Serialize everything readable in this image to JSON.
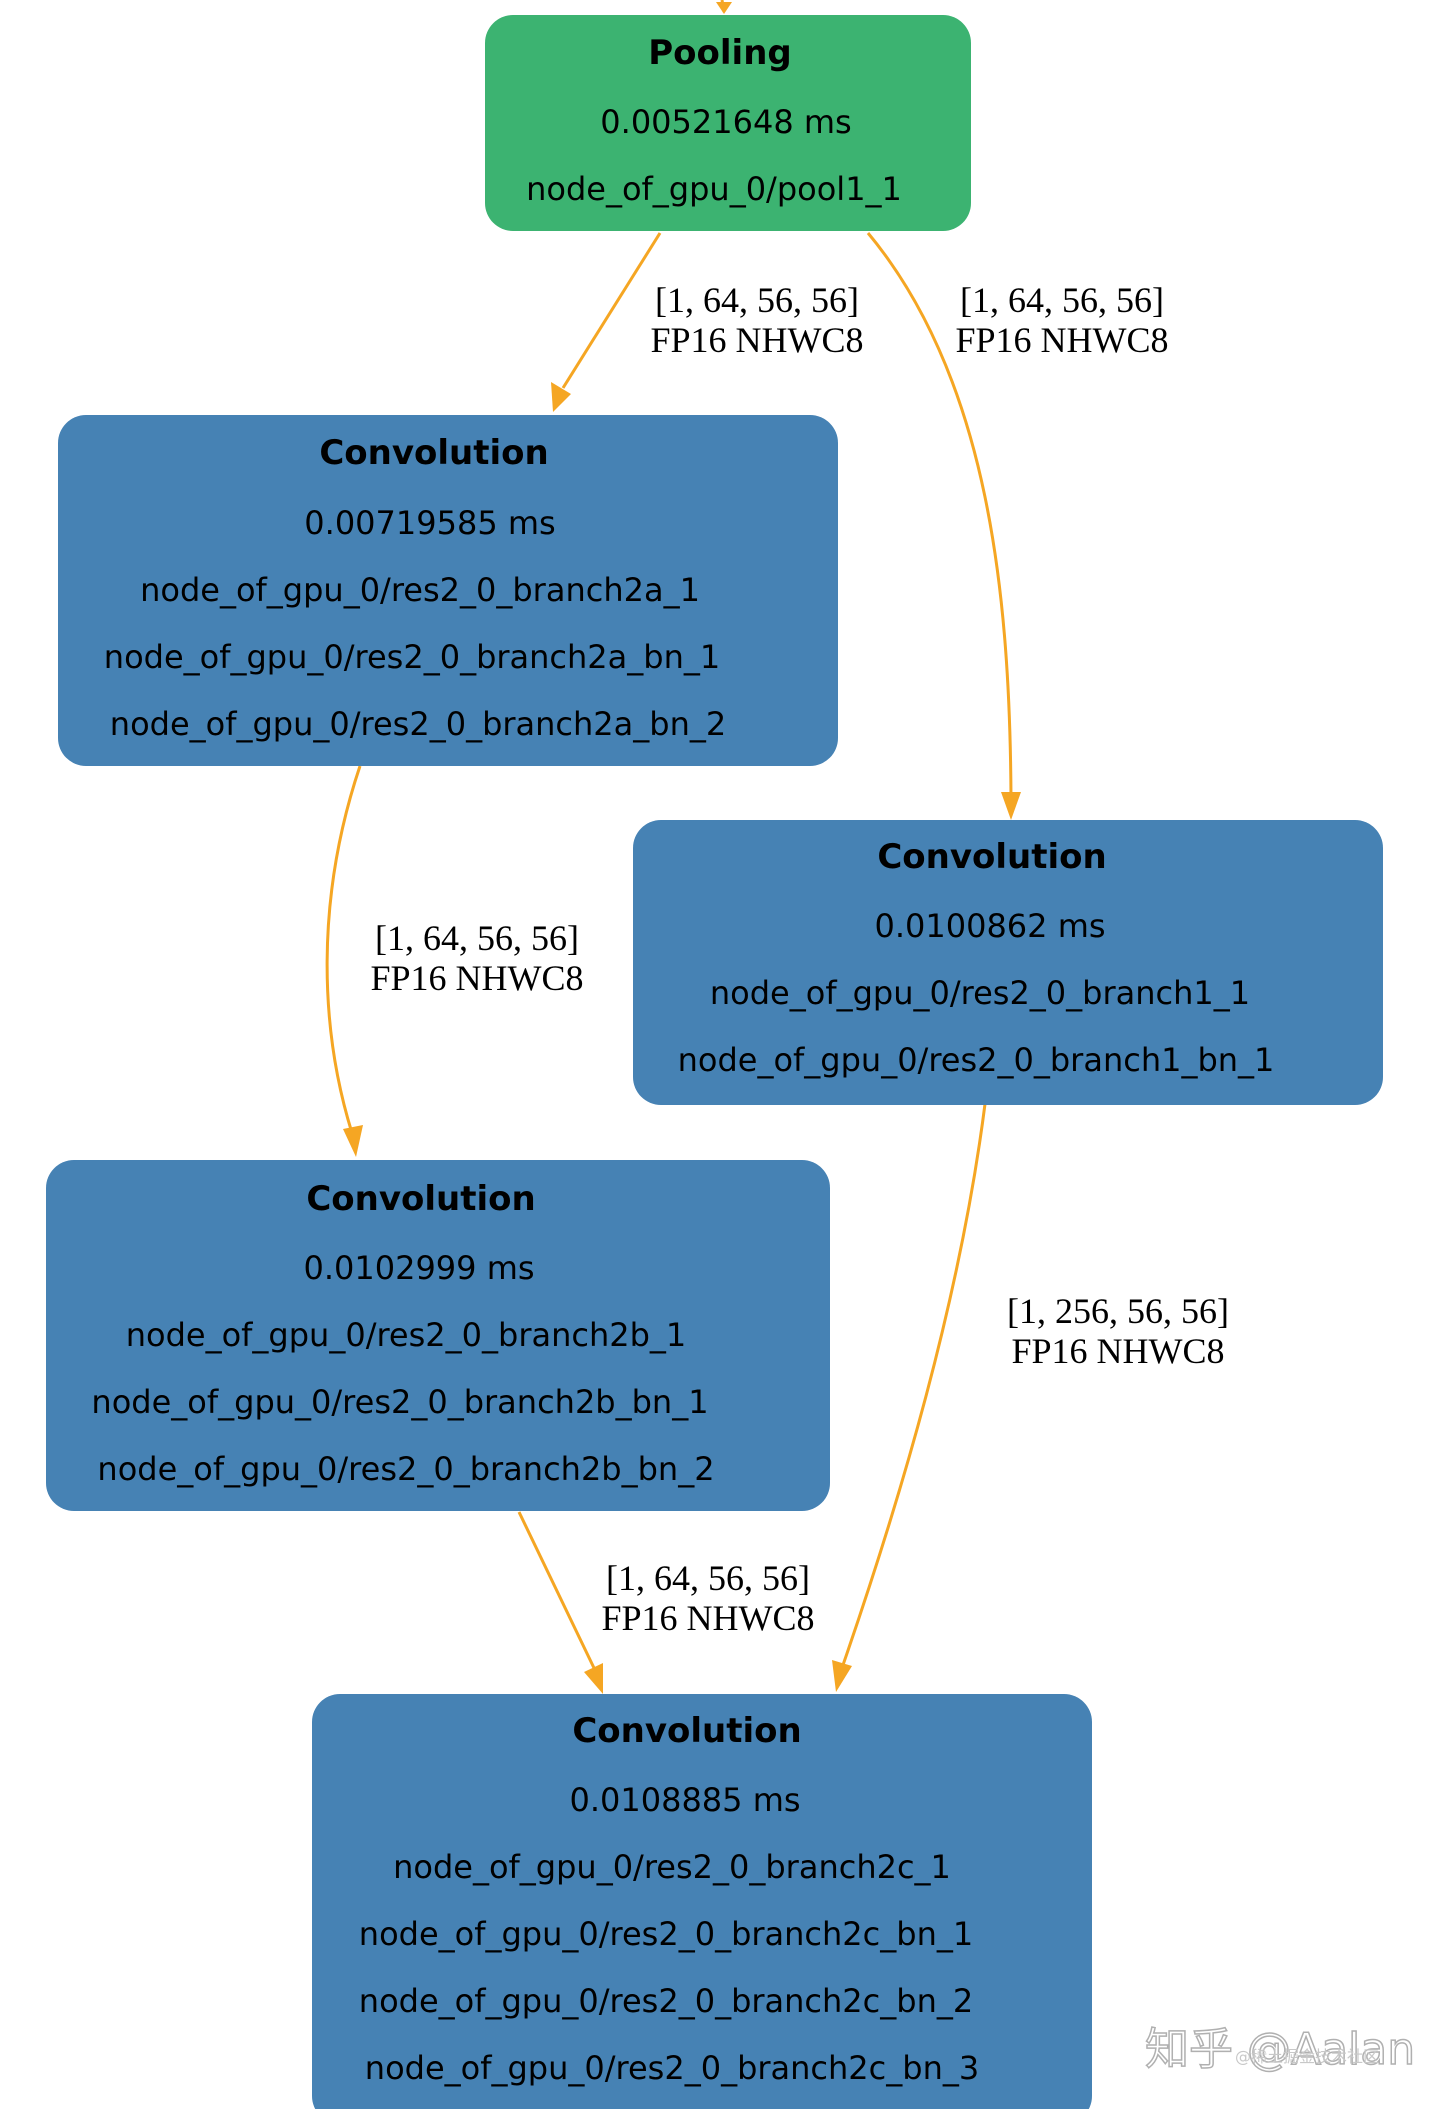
{
  "nodes": [
    {
      "id": "pool1",
      "title": "Pooling",
      "time": "0.00521648 ms",
      "lines": [
        "node_of_gpu_0/pool1_1"
      ],
      "color": "#3cb371"
    },
    {
      "id": "branch2a",
      "title": "Convolution",
      "time": "0.00719585 ms",
      "lines": [
        "node_of_gpu_0/res2_0_branch2a_1",
        "node_of_gpu_0/res2_0_branch2a_bn_1",
        "node_of_gpu_0/res2_0_branch2a_bn_2"
      ],
      "color": "#4682b4"
    },
    {
      "id": "branch1",
      "title": "Convolution",
      "time": "0.0100862 ms",
      "lines": [
        "node_of_gpu_0/res2_0_branch1_1",
        "node_of_gpu_0/res2_0_branch1_bn_1"
      ],
      "color": "#4682b4"
    },
    {
      "id": "branch2b",
      "title": "Convolution",
      "time": "0.0102999 ms",
      "lines": [
        "node_of_gpu_0/res2_0_branch2b_1",
        "node_of_gpu_0/res2_0_branch2b_bn_1",
        "node_of_gpu_0/res2_0_branch2b_bn_2"
      ],
      "color": "#4682b4"
    },
    {
      "id": "branch2c",
      "title": "Convolution",
      "time": "0.0108885 ms",
      "lines": [
        "node_of_gpu_0/res2_0_branch2c_1",
        "node_of_gpu_0/res2_0_branch2c_bn_1",
        "node_of_gpu_0/res2_0_branch2c_bn_2",
        "node_of_gpu_0/res2_0_branch2c_bn_3"
      ],
      "color": "#4682b4"
    }
  ],
  "edges": [
    {
      "from": "pool1",
      "to": "branch2a",
      "shape": "[1, 64, 56, 56]",
      "format": "FP16 NHWC8"
    },
    {
      "from": "pool1",
      "to": "branch1",
      "shape": "[1, 64, 56, 56]",
      "format": "FP16 NHWC8"
    },
    {
      "from": "branch2a",
      "to": "branch2b",
      "shape": "[1, 64, 56, 56]",
      "format": "FP16 NHWC8"
    },
    {
      "from": "branch1",
      "to": "branch2c",
      "shape": "[1, 256, 56, 56]",
      "format": "FP16 NHWC8"
    },
    {
      "from": "branch2b",
      "to": "branch2c",
      "shape": "[1, 64, 56, 56]",
      "format": "FP16 NHWC8"
    }
  ],
  "edge_color": "#f5a623",
  "watermark": {
    "text": "知乎 @Aalan",
    "subtext": "@稀土掘金技术社区"
  }
}
